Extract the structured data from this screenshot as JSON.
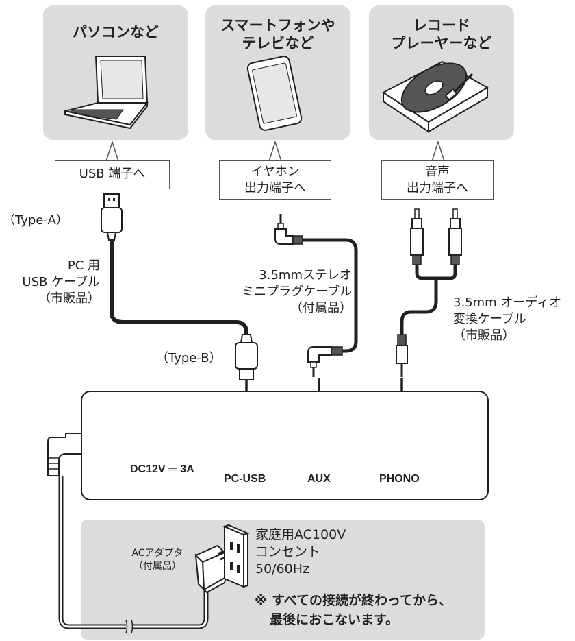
{
  "sources": {
    "pc": {
      "title": "パソコンなど",
      "port_label": "USB 端子へ"
    },
    "phone": {
      "title_line1": "スマートフォンや",
      "title_line2": "テレビなど",
      "port_label_line1": "イヤホン",
      "port_label_line2": "出力端子へ"
    },
    "turntable": {
      "title_line1": "レコード",
      "title_line2": "プレーヤーなど",
      "port_label_line1": "音声",
      "port_label_line2": "出力端子へ"
    }
  },
  "cables": {
    "usb": {
      "type_a": "（Type-A）",
      "type_b": "（Type-B）",
      "line1": "PC 用",
      "line2": "USB ケーブル",
      "line3": "（市販品）"
    },
    "aux": {
      "line1": "3.5mmステレオ",
      "line2": "ミニプラグケーブル",
      "line3": "（付属品）"
    },
    "phono": {
      "line1": "3.5mm オーディオ",
      "line2": "変換ケーブル",
      "line3": "（市販品）"
    }
  },
  "panel": {
    "dc_label": "DC12V ⎓ 3A",
    "usb_label": "PC-USB",
    "aux_label": "AUX",
    "phono_label": "PHONO"
  },
  "adapter": {
    "line1": "ACアダプタ",
    "line2": "（付属品）"
  },
  "outlet": {
    "line1": "家庭用AC100V",
    "line2": "コンセント",
    "line3": "50/60Hz"
  },
  "note": {
    "line1": "※ すべての接続が終わってから、",
    "line2": "最後におこないます。"
  }
}
